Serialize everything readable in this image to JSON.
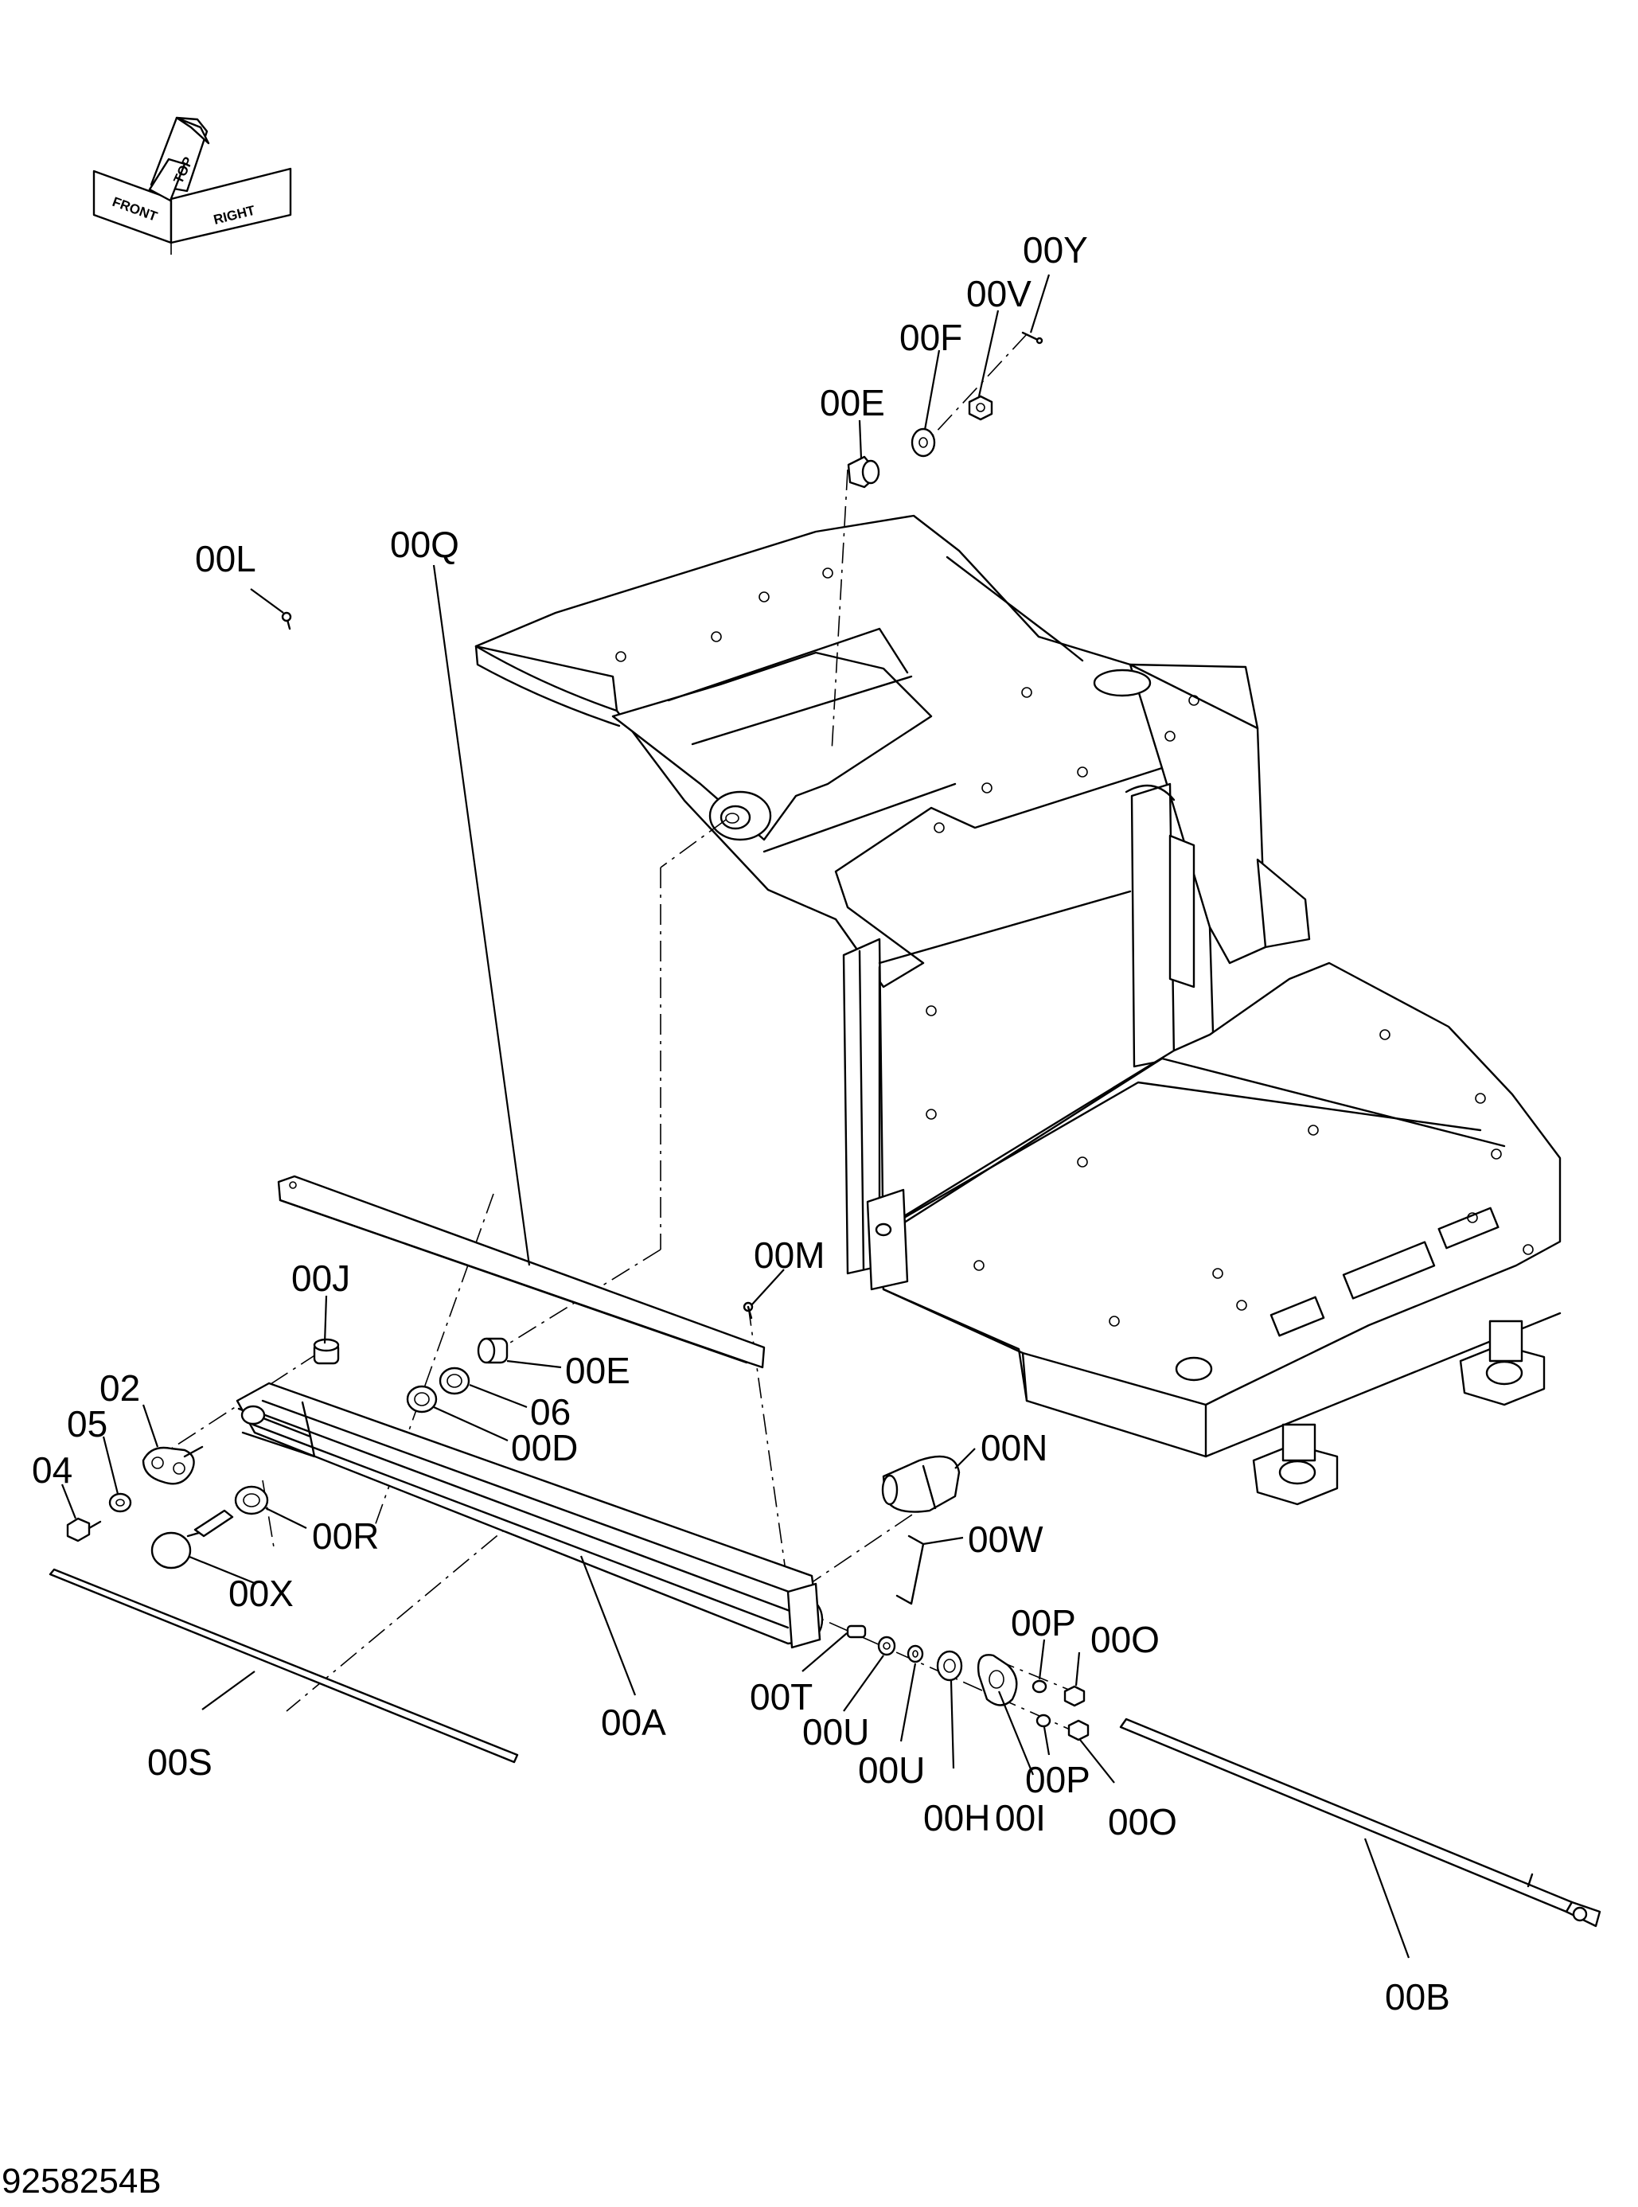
{
  "orientation_icon": {
    "front_label": "FRONT",
    "top_label": "TOP",
    "right_label": "RIGHT"
  },
  "drawing_number": "9258254B",
  "callouts": {
    "c00Y": "00Y",
    "c00V": "00V",
    "c00F": "00F",
    "c00E_top": "00E",
    "c00L": "00L",
    "c00Q": "00Q",
    "c00M": "00M",
    "c00J": "00J",
    "c00E_mid": "00E",
    "c06": "06",
    "c00D": "00D",
    "c02": "02",
    "c05": "05",
    "c04": "04",
    "c00R": "00R",
    "c00X": "00X",
    "c00N": "00N",
    "c00W": "00W",
    "c00A": "00A",
    "c00S": "00S",
    "c00T": "00T",
    "c00U_1": "00U",
    "c00U_2": "00U",
    "c00H": "00H",
    "c00I": "00I",
    "c00P_1": "00P",
    "c00P_2": "00P",
    "c00O_1": "00O",
    "c00O_2": "00O",
    "c00B": "00B"
  }
}
